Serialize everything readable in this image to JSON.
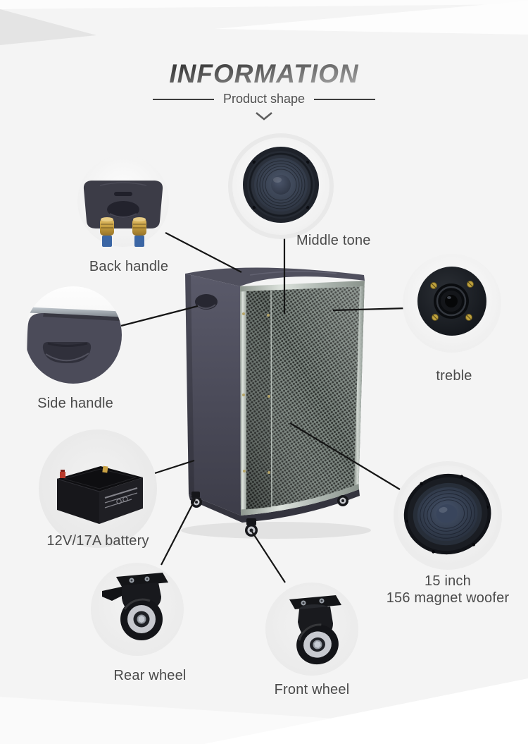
{
  "header": {
    "title": "INFORMATION",
    "subtitle": "Product shape"
  },
  "callouts": {
    "back_handle": {
      "label": "Back handle"
    },
    "middle_tone": {
      "label": "Middle tone"
    },
    "treble": {
      "label": "treble"
    },
    "side_handle": {
      "label": "Side handle"
    },
    "battery": {
      "label": "12V/17A battery"
    },
    "woofer": {
      "label_line1": "15 inch",
      "label_line2": "156 magnet woofer"
    },
    "rear_wheel": {
      "label": "Rear wheel"
    },
    "front_wheel": {
      "label": "Front wheel"
    }
  },
  "colors": {
    "page_background": "#f4f4f4",
    "label_text": "#4a4a4a",
    "heading_dark": "#3d3d3d",
    "heading_light": "#ababab",
    "callout_line": "#151515",
    "cabinet": "#4a4a58",
    "grille_base": "#79837d",
    "grille_hole": "#2c302d",
    "metal_trim": "#c3ccc6",
    "gold_connector": "#c9a244"
  }
}
